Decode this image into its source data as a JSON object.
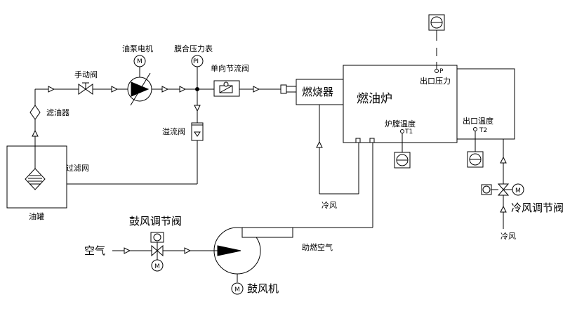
{
  "labels": {
    "manual_valve": "手动阀",
    "pump_motor": "油泵电机",
    "compound_gauge": "膜合压力表",
    "check_throttle_valve": "单向节流阀",
    "filter": "滤油器",
    "relief_valve": "溢流阀",
    "strainer": "过滤网",
    "oil_tank": "油罐",
    "burner": "燃烧器",
    "furnace": "燃油炉",
    "outlet_pressure": "出口压力",
    "furnace_temp": "炉膛温度",
    "outlet_temp": "出口温度",
    "cold_air_furnace": "冷风",
    "cold_air_damper": "冷风调节阀",
    "cold_air_right": "冷风",
    "blower_damper": "鼓风调节阀",
    "air": "空气",
    "combustion_air": "助燃空气",
    "blower": "鼓风机"
  },
  "symbols": {
    "motor_letter": "M",
    "gauge_letters": "PI",
    "pressure_tag": "P",
    "temp_tag_1": "T1",
    "temp_tag_2": "T2",
    "blower_motor_letter": "M"
  }
}
